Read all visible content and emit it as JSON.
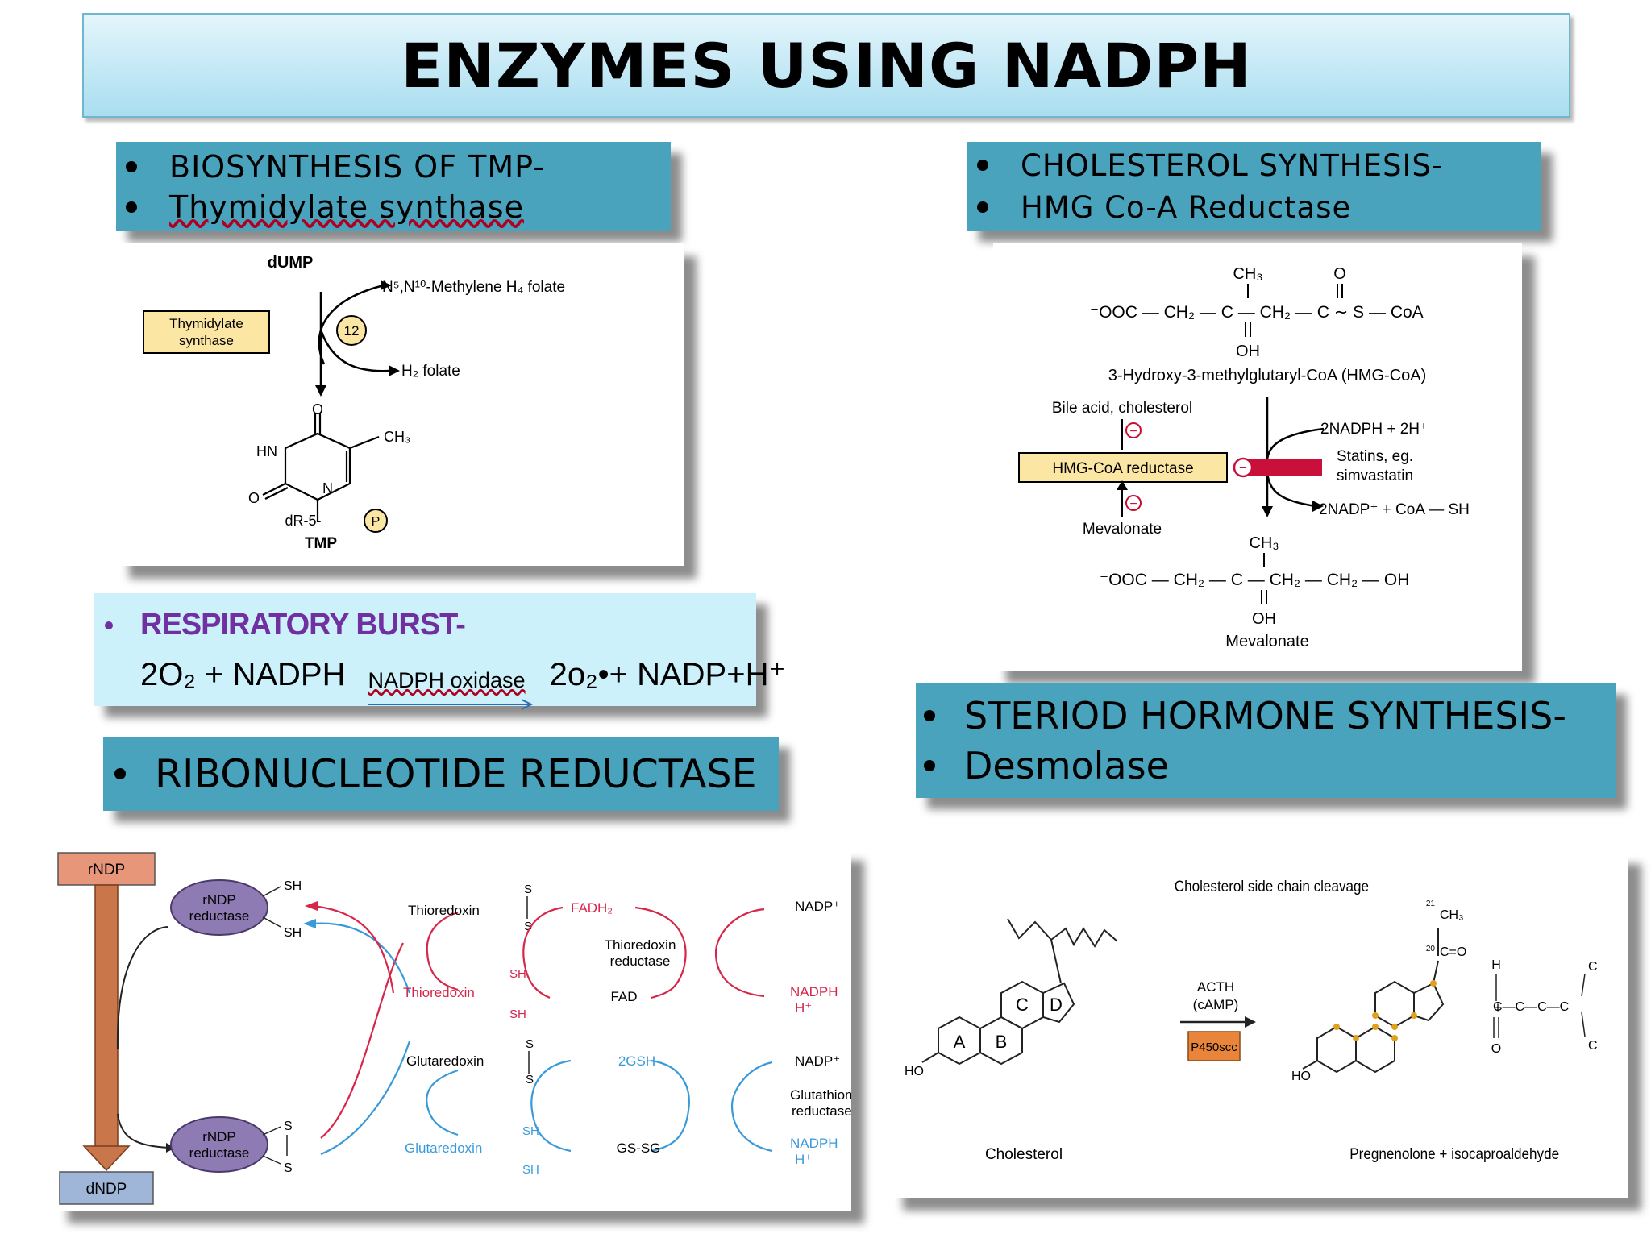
{
  "title": "ENZYMES USING NADPH",
  "tmp_box": {
    "line1": "BIOSYNTHESIS OF TMP-",
    "line2": "Thymidylate synthase"
  },
  "chol_box": {
    "line1": "CHOLESTEROL SYNTHESIS-",
    "line2": "HMG Co-A Reductase"
  },
  "resp_box": {
    "heading": "RESPIRATORY BURST-",
    "lhs": "2O₂ + NADPH",
    "enzyme": "NADPH oxidase",
    "rhs": "2o₂•+ NADP+H⁺"
  },
  "ribo_box": {
    "line1": "RIBONUCLEOTIDE REDUCTASE"
  },
  "steroid_box": {
    "line1": "STERIOD HORMONE SYNTHESIS-",
    "line2": "Desmolase"
  },
  "tmp_diagram": {
    "substrate": "dUMP",
    "cofactor_in": "N⁵,N¹⁰-Methylene H₄ folate",
    "enzyme": "Thymidylate synthase",
    "step": "12",
    "cofactor_out": "H₂ folate",
    "product": "TMP",
    "atoms": {
      "o_top": "O",
      "hn": "HN",
      "ch3": "CH₃",
      "o_left": "O",
      "n": "N",
      "sugar": "dR-5-",
      "p": "P"
    }
  },
  "hmg_diagram": {
    "top_ch3": "CH₃",
    "top_o": "O",
    "top_formula": "⁻OOC — CH₂ — C — CH₂ — C ∼ S — CoA",
    "top_oh": "OH",
    "compound": "3-Hydroxy-3-methylglutaryl-CoA (HMG-CoA)",
    "inhibitor1": "Bile acid, cholesterol",
    "enzyme": "HMG-CoA reductase",
    "inhibitor2": "Mevalonate",
    "nadph": "2NADPH + 2H⁺",
    "statins": "Statins, eg.",
    "statins2": "simvastatin",
    "nadp_out": "2NADP⁺ + CoA — SH",
    "bottom_ch3": "CH₃",
    "bottom_formula": "⁻OOC — CH₂ — C — CH₂ — CH₂ — OH",
    "bottom_oh": "OH",
    "product": "Mevalonate",
    "minus": "−"
  },
  "ribo_diagram": {
    "rndp": "rNDP",
    "dndp": "dNDP",
    "enzyme": "rNDP",
    "enzyme2": "reductase",
    "sh": "SH",
    "s": "S",
    "trx": "Thioredoxin",
    "trx_red": "Thioredoxin",
    "trx_enzyme": "Thioredoxin",
    "trx_enzyme2": "reductase",
    "fadh2": "FADH₂",
    "fad": "FAD",
    "nadp": "NADP⁺",
    "nadph": "NADPH",
    "hplus": "H⁺",
    "grx": "Glutaredoxin",
    "grx_red": "Glutaredoxin",
    "gsh": "2GSH",
    "gssg": "GS-SG",
    "gr": "Glutathione",
    "gr2": "reductase"
  },
  "steroid_diagram": {
    "caption": "Cholesterol side chain cleavage",
    "acth": "ACTH",
    "camp": "(cAMP)",
    "enzyme": "P450scc",
    "substrate": "Cholesterol",
    "product": "Pregnenolone + isocaproaldehyde",
    "ring_a": "A",
    "ring_b": "B",
    "ring_c": "C",
    "ring_d": "D",
    "ho": "HO",
    "c": "C",
    "ch3": "CH₃",
    "co": "C=O",
    "h": "H",
    "o": "O",
    "n21": "21",
    "n20": "20",
    "iso_chain": "C—C—C—C",
    "plus": "+"
  },
  "colors": {
    "teal": "#4aa3bd",
    "purple": "#7030a0",
    "red": "#d6264a",
    "blue": "#3a9ad9",
    "enzyme_box": "#fbe6a4"
  }
}
